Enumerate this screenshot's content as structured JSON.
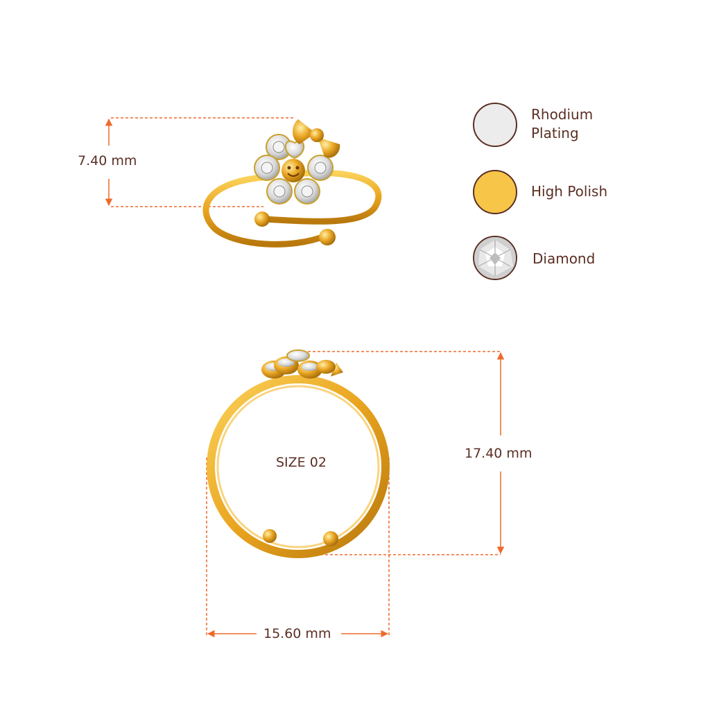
{
  "dimensions": {
    "top_height": "7.40 mm",
    "front_height": "17.40 mm",
    "front_width": "15.60 mm"
  },
  "ring_size": "SIZE 02",
  "legend": [
    {
      "label": "Rhodium\nPlating",
      "color": "#ececec",
      "icon": "rhodium-plating-swatch"
    },
    {
      "label": "High Polish",
      "color": "#f7c548",
      "icon": "high-polish-swatch"
    },
    {
      "label": "Diamond",
      "color": "#d8d8d8",
      "icon": "diamond-swatch"
    }
  ],
  "colors": {
    "dimension_line": "#ee6a2c",
    "text": "#5a2f23",
    "gold": "#e9a41f"
  }
}
